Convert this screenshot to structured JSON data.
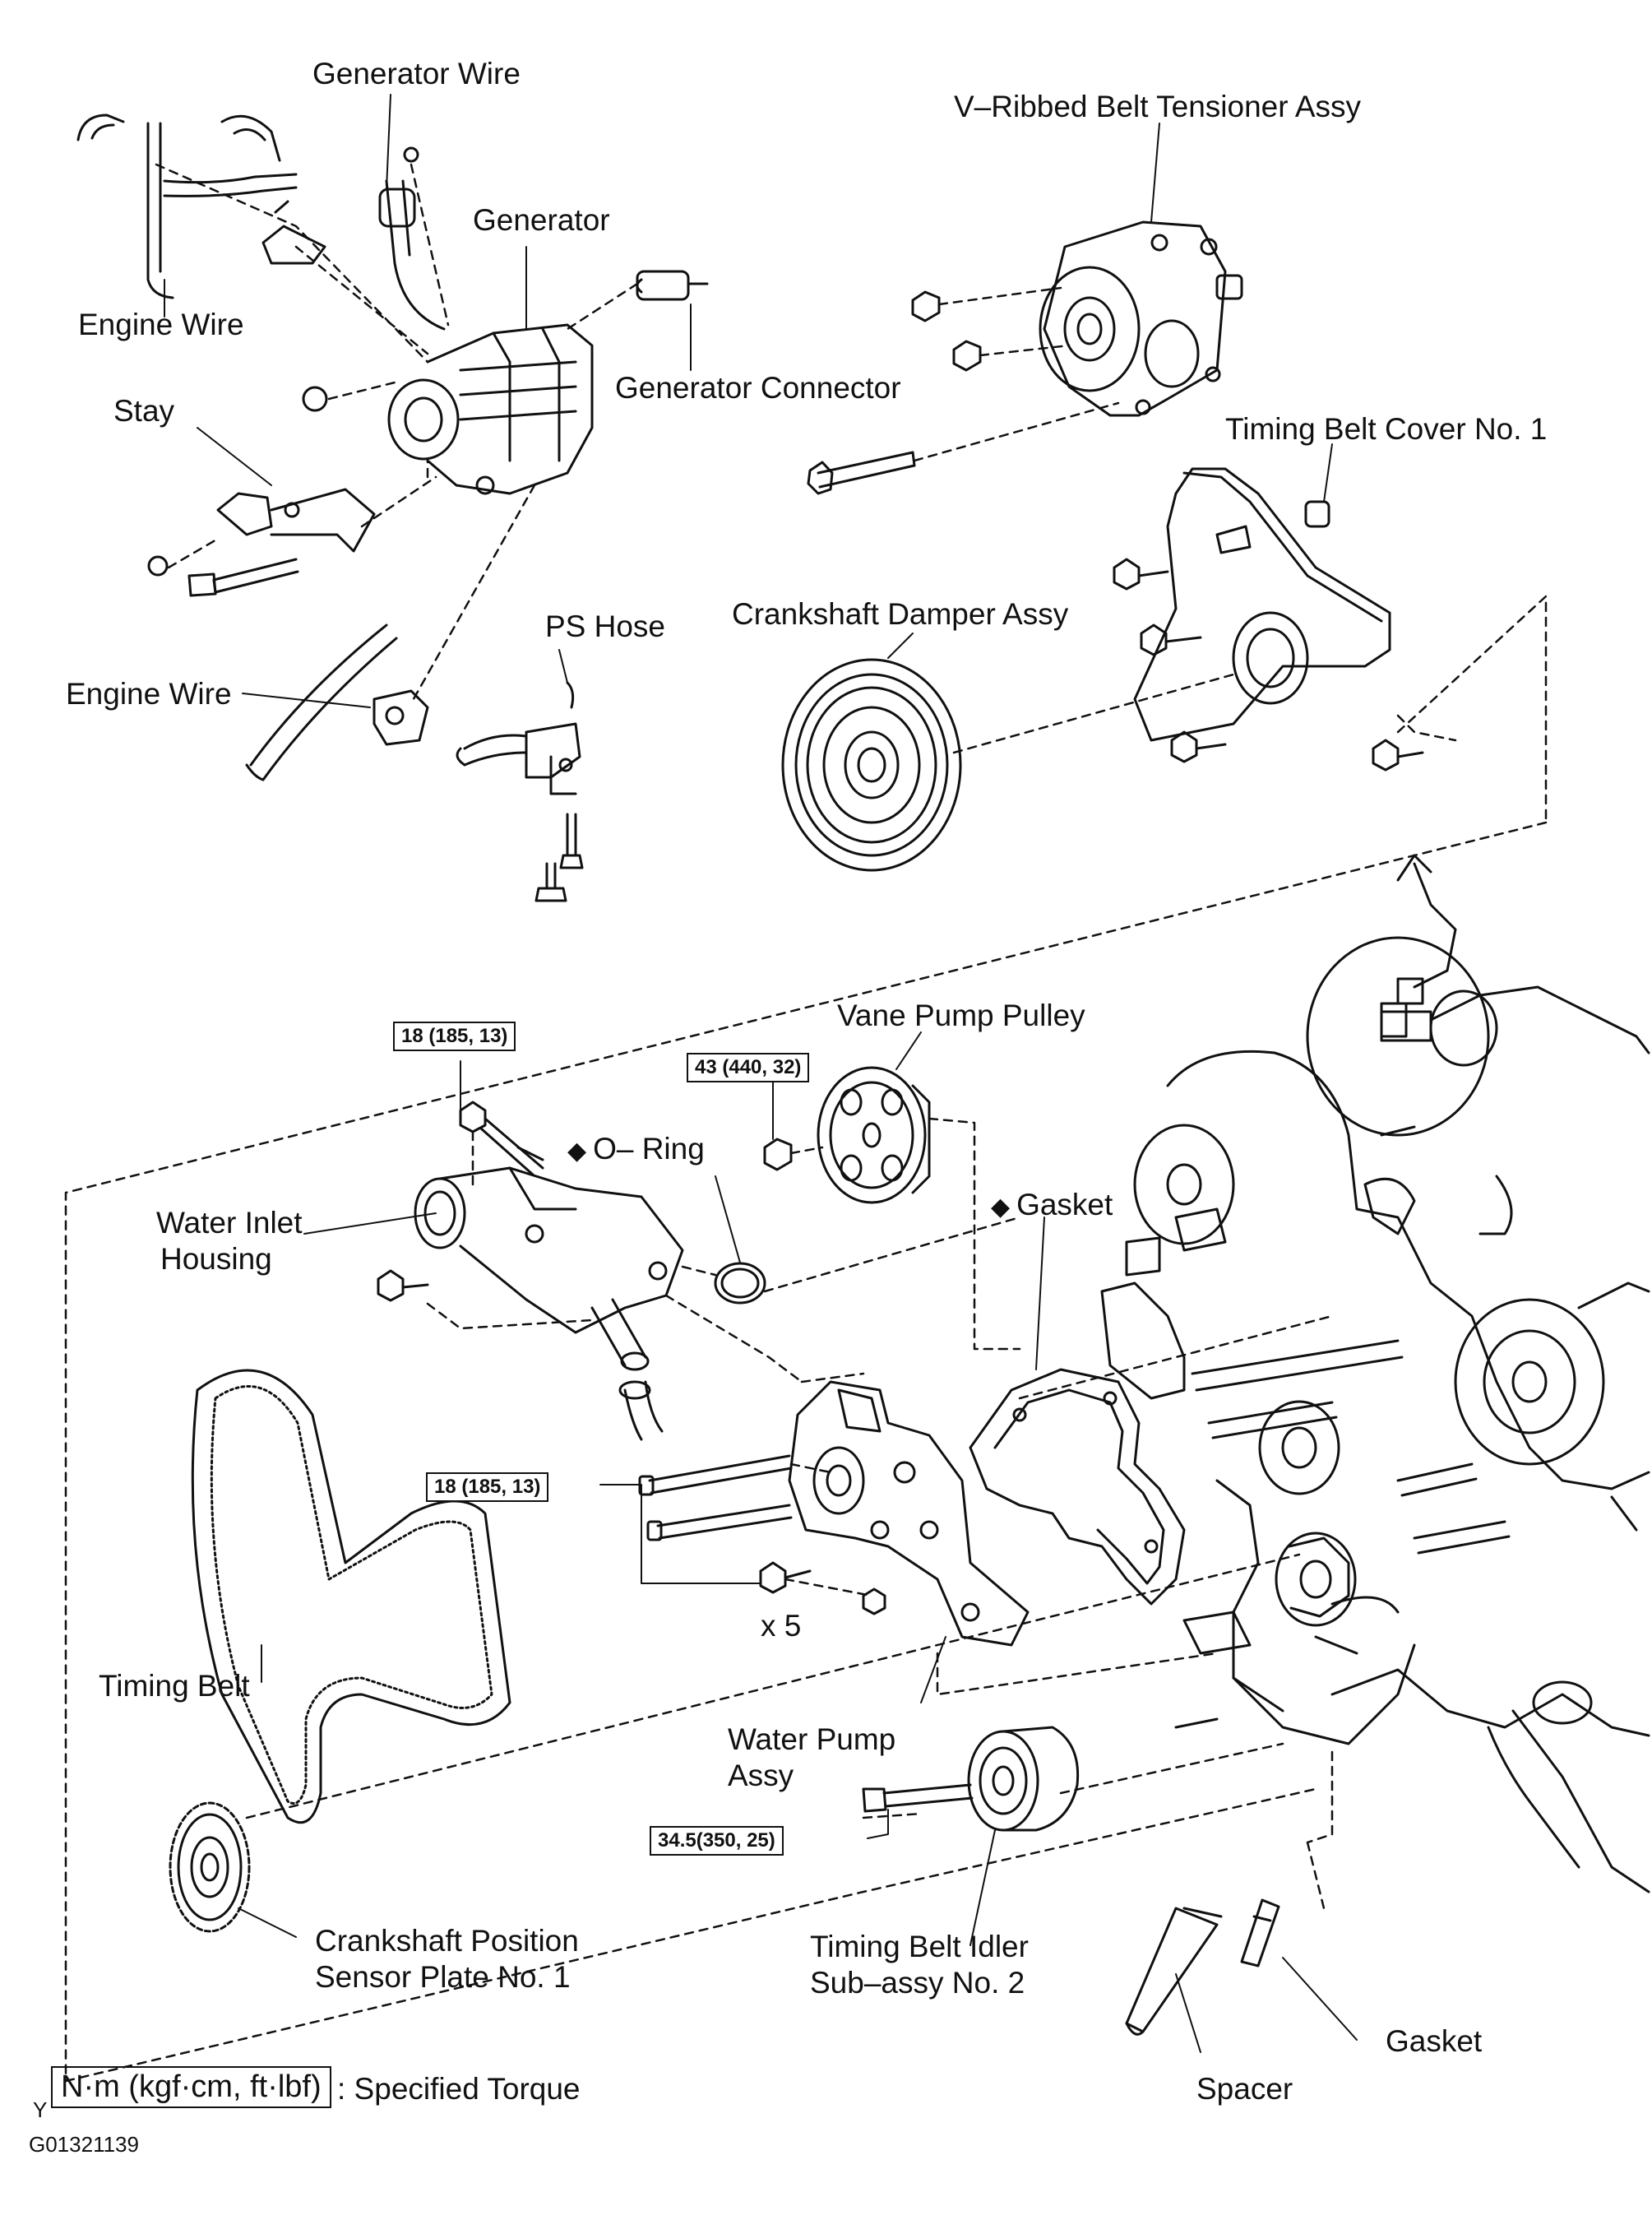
{
  "labels": {
    "generator_wire": "Generator Wire",
    "generator": "Generator",
    "engine_wire_top": "Engine Wire",
    "generator_connector": "Generator Connector",
    "stay": "Stay",
    "engine_wire_bottom": "Engine Wire",
    "ps_hose": "PS Hose",
    "v_ribbed_tensioner": "V–Ribbed Belt Tensioner Assy",
    "timing_belt_cover": "Timing Belt Cover No. 1",
    "crankshaft_damper": "Crankshaft Damper Assy",
    "vane_pump_pulley": "Vane Pump Pulley",
    "o_ring": "O– Ring",
    "gasket_upper": "Gasket",
    "water_inlet_housing_1": "Water Inlet",
    "water_inlet_housing_2": "Housing",
    "timing_belt": "Timing Belt",
    "water_pump_1": "Water Pump",
    "water_pump_2": "Assy",
    "x5": "x 5",
    "crank_sensor_1": "Crankshaft Position",
    "crank_sensor_2": "Sensor Plate No. 1",
    "idler_1": "Timing Belt Idler",
    "idler_2": "Sub–assy No. 2",
    "gasket_lower": "Gasket",
    "spacer": "Spacer"
  },
  "torques": {
    "inlet_bolt": "18 (185, 13)",
    "vane_pump_nut": "43 (440, 32)",
    "water_pump_bolts": "18 (185, 13)",
    "idler_bolt": "34.5(350, 25)"
  },
  "legend": {
    "box": "N·m (kgf·cm, ft·lbf)",
    "text": ": Specified Torque"
  },
  "footer": {
    "corner_mark": "Y",
    "figure_id": "G01321139"
  },
  "markers": {
    "diamond": "◆"
  }
}
